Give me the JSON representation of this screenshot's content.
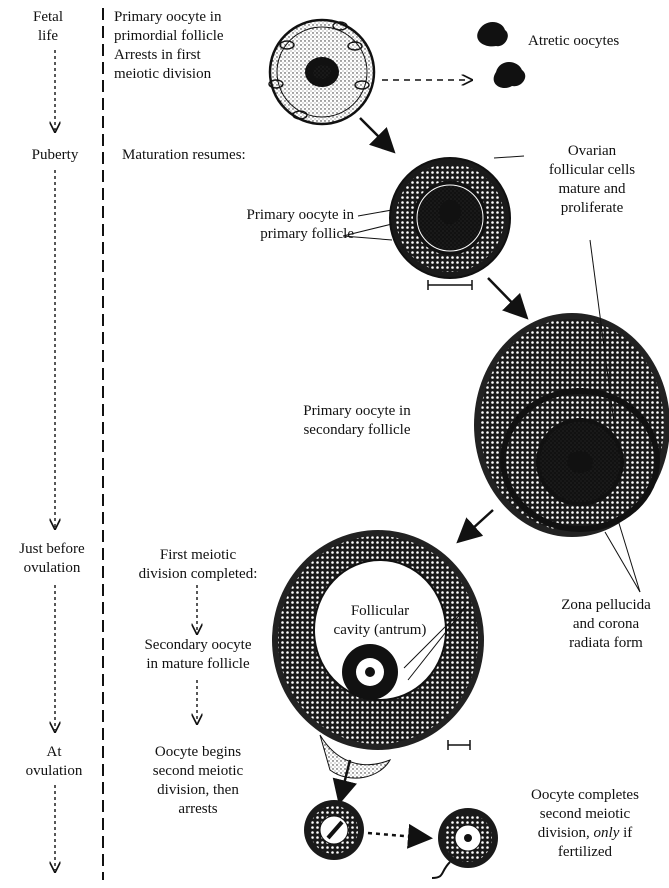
{
  "timeline": {
    "fetal_life": [
      "Fetal",
      "life"
    ],
    "puberty": "Puberty",
    "just_before_ovulation": [
      "Just before",
      "ovulation"
    ],
    "at_ovulation": [
      "At",
      "ovulation"
    ]
  },
  "stages": {
    "primordial": [
      "Primary oocyte in",
      "primordial follicle",
      "Arrests in first",
      "meiotic division"
    ],
    "maturation": "Maturation resumes:",
    "first_division": [
      "First meiotic",
      "division completed:"
    ],
    "secondary_oocyte": [
      "Secondary oocyte",
      "in mature follicle"
    ],
    "second_division": [
      "Oocyte begins",
      "second meiotic",
      "division, then",
      "arrests"
    ]
  },
  "labels": {
    "atretic": "Atretic oocytes",
    "follicular_cells": [
      "Ovarian",
      "follicular cells",
      "mature and",
      "proliferate"
    ],
    "primary_follicle": [
      "Primary oocyte in",
      "primary follicle"
    ],
    "secondary_follicle": [
      "Primary oocyte in",
      "secondary follicle"
    ],
    "zona": [
      "Zona pellucida",
      "and corona",
      "radiata form"
    ],
    "antrum": [
      "Follicular",
      "cavity (antrum)"
    ],
    "completes": [
      "Oocyte completes",
      "second meiotic",
      "division,",
      "only",
      "if",
      "fertilized"
    ]
  }
}
